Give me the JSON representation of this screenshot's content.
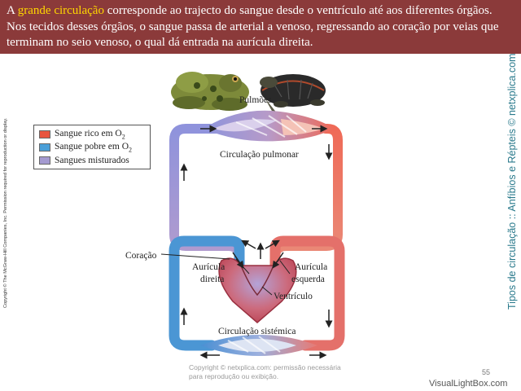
{
  "header": {
    "pre": "A ",
    "highlight": "grande circulação",
    "post": " corresponde ao trajecto do sangue desde o ventrículo até aos diferentes órgãos. Nos tecidos desses órgãos, o sangue passa de arterial a venoso, regressando ao coração por veias que terminam no seio venoso, o qual dá entrada na aurícula direita."
  },
  "copyright": "Copyright © The McGraw-Hill Companies, Inc. Permission required for reproduction or display.",
  "side_title": "Tipos de circulação :: Anfíbios e Répteis © netxplica.com",
  "legend": {
    "items": [
      {
        "prefix": "Sangue rico em O",
        "sub": "2",
        "color": "#e8553f"
      },
      {
        "prefix": "Sangue pobre em O",
        "sub": "2",
        "color": "#4a9fd8"
      },
      {
        "prefix": "Sangues misturados",
        "sub": "",
        "color": "#a49ad0"
      }
    ]
  },
  "labels": {
    "lungs": "Pulmões",
    "pulmonary": "Circulação pulmonar",
    "heart": "Coração",
    "right_atrium_1": "Aurícula",
    "right_atrium_2": "direita",
    "left_atrium_1": "Aurícula",
    "left_atrium_2": "esquerda",
    "ventricle": "Ventrículo",
    "systemic": "Circulação sistémica"
  },
  "watermark": "Copyright © netxplica.com: permissão necessária para reprodução ou exibição.",
  "page_number": "55",
  "brand": "VisualLightBox.com",
  "colors": {
    "header_bg": "#8b3a3a",
    "highlight": "#ffd700",
    "oxygen_rich": "#e8553f",
    "oxygen_poor": "#4a9fd8",
    "mixed": "#a49ad0",
    "side_title": "#2a7a8c"
  }
}
